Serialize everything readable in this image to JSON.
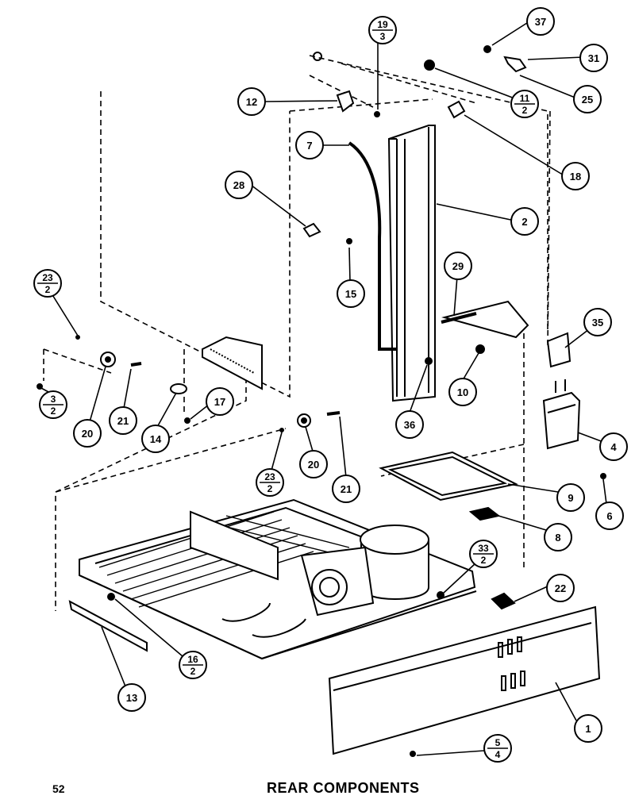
{
  "page_number": "52",
  "title": "REAR COMPONENTS",
  "callouts": {
    "c1": "1",
    "c2": "2",
    "c4": "4",
    "c6": "6",
    "c7": "7",
    "c8": "8",
    "c9": "9",
    "c10": "10",
    "c12": "12",
    "c13": "13",
    "c14": "14",
    "c15": "15",
    "c17": "17",
    "c18": "18",
    "c20a": "20",
    "c20b": "20",
    "c21a": "21",
    "c21b": "21",
    "c22": "22",
    "c25": "25",
    "c28": "28",
    "c29": "29",
    "c31": "31",
    "c35": "35",
    "c36": "36",
    "c37": "37"
  },
  "fraction_callouts": {
    "f19_3": {
      "top": "19",
      "bottom": "3"
    },
    "f11_2": {
      "top": "11",
      "bottom": "2"
    },
    "f23_2a": {
      "top": "23",
      "bottom": "2"
    },
    "f3_2": {
      "top": "3",
      "bottom": "2"
    },
    "f23_2b": {
      "top": "23",
      "bottom": "2"
    },
    "f33_2": {
      "top": "33",
      "bottom": "2"
    },
    "f16_2": {
      "top": "16",
      "bottom": "2"
    },
    "f5_4": {
      "top": "5",
      "bottom": "4"
    }
  }
}
